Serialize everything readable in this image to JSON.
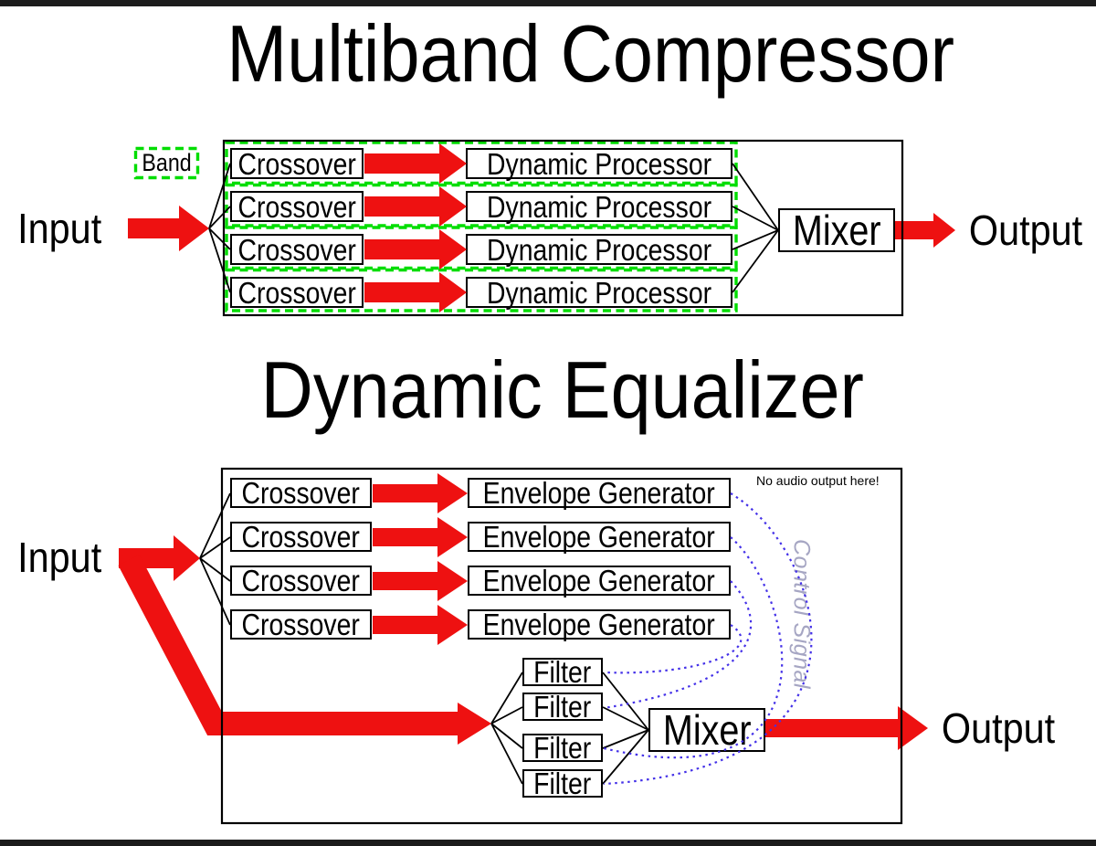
{
  "colors": {
    "red": "#ee1111",
    "green": "#00dd00",
    "blue": "#4431e8",
    "control_text": "#a6a6c3"
  },
  "top": {
    "title": "Multiband Compressor",
    "band_label": "Band",
    "input_label": "Input",
    "output_label": "Output",
    "mixer_label": "Mixer",
    "crossovers": [
      "Crossover",
      "Crossover",
      "Crossover",
      "Crossover"
    ],
    "processors": [
      "Dynamic Processor",
      "Dynamic Processor",
      "Dynamic Processor",
      "Dynamic Processor"
    ]
  },
  "bottom": {
    "title": "Dynamic Equalizer",
    "input_label": "Input",
    "output_label": "Output",
    "mixer_label": "Mixer",
    "note": "No audio output here!",
    "control_signal_label": "Control Signal",
    "crossovers": [
      "Crossover",
      "Crossover",
      "Crossover",
      "Crossover"
    ],
    "envelope_generators": [
      "Envelope Generator",
      "Envelope Generator",
      "Envelope Generator",
      "Envelope Generator"
    ],
    "filters": [
      "Filter",
      "Filter",
      "Filter",
      "Filter"
    ]
  }
}
